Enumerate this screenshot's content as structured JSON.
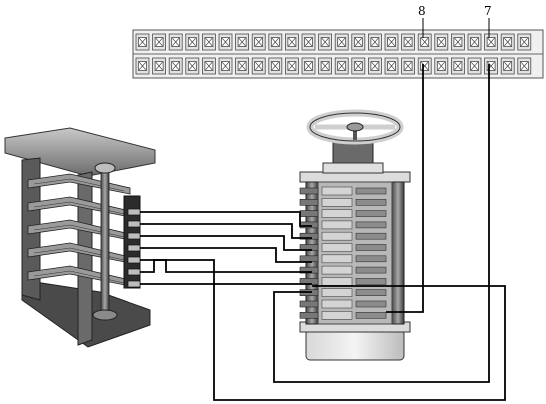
{
  "callouts": {
    "terminal_8": "8",
    "terminal_7": "7"
  },
  "terminal_strip": {
    "rows": 2,
    "terminals_per_row": 24
  },
  "colors": {
    "wire": "#000000",
    "terminal_fill": "#e3e3e3",
    "terminal_border": "#4a4a4a",
    "metal_dark": "#3a3a3a",
    "metal_mid": "#8a8a8a",
    "metal_light": "#d6d6d6",
    "controller_body": "#eeeeee"
  }
}
